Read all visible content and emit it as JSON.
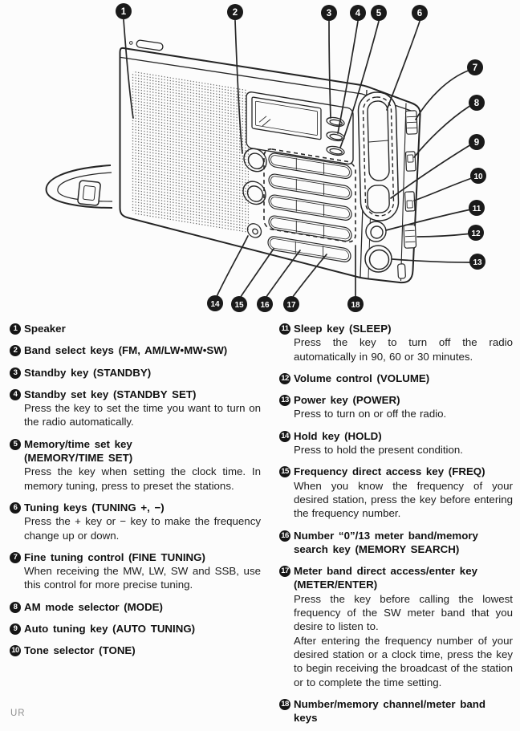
{
  "page": {
    "footer": "UR"
  },
  "diagram": {
    "callouts": [
      "1",
      "2",
      "3",
      "4",
      "5",
      "6",
      "7",
      "8",
      "9",
      "10",
      "11",
      "12",
      "13",
      "14",
      "15",
      "16",
      "17",
      "18"
    ]
  },
  "legend": {
    "left": [
      {
        "num": "1",
        "title": "Speaker"
      },
      {
        "num": "2",
        "title": "Band select keys (FM, AM/LW•MW•SW)"
      },
      {
        "num": "3",
        "title": "Standby key (STANDBY)"
      },
      {
        "num": "4",
        "title": "Standby set key (STANDBY SET)",
        "desc": [
          "Press the key to set the time you want to turn on the radio automatically."
        ]
      },
      {
        "num": "5",
        "title": "Memory/time set key",
        "title2": "(MEMORY/TIME SET)",
        "desc": [
          "Press the key when setting the clock time. In memory tuning, press to preset the stations."
        ]
      },
      {
        "num": "6",
        "title": "Tuning keys (TUNING +, −)",
        "desc": [
          "Press the + key or − key to make the frequency change up or down."
        ]
      },
      {
        "num": "7",
        "title": "Fine tuning control (FINE TUNING)",
        "desc": [
          "When receiving the MW, LW, SW and SSB, use this control for more precise tuning."
        ]
      },
      {
        "num": "8",
        "title": "AM mode selector (MODE)"
      },
      {
        "num": "9",
        "title": "Auto tuning key (AUTO TUNING)"
      },
      {
        "num": "10",
        "title": "Tone selector (TONE)"
      }
    ],
    "right": [
      {
        "num": "11",
        "title": "Sleep key (SLEEP)",
        "desc": [
          "Press the key to turn off the radio automatically in 90, 60 or 30 minutes."
        ]
      },
      {
        "num": "12",
        "title": "Volume control (VOLUME)"
      },
      {
        "num": "13",
        "title": "Power key (POWER)",
        "desc": [
          "Press to turn on or off the radio."
        ]
      },
      {
        "num": "14",
        "title": "Hold key (HOLD)",
        "desc": [
          "Press to hold the present condition."
        ]
      },
      {
        "num": "15",
        "title": "Frequency direct access key (FREQ)",
        "desc": [
          "When you know the frequency of your desired station, press the key before entering the frequency number."
        ]
      },
      {
        "num": "16",
        "title": "Number “0”/13 meter band/memory",
        "title2": "search key (MEMORY SEARCH)"
      },
      {
        "num": "17",
        "title": "Meter band direct access/enter key",
        "title2": "(METER/ENTER)",
        "desc": [
          "Press the key before calling the lowest frequency of the SW meter band that you desire to listen to.",
          "After entering the frequency number of your desired station or a clock time, press the key to begin receiving the broadcast of the station or to complete the time setting."
        ]
      },
      {
        "num": "18",
        "title": "Number/memory channel/meter band",
        "title2": "keys"
      }
    ]
  }
}
